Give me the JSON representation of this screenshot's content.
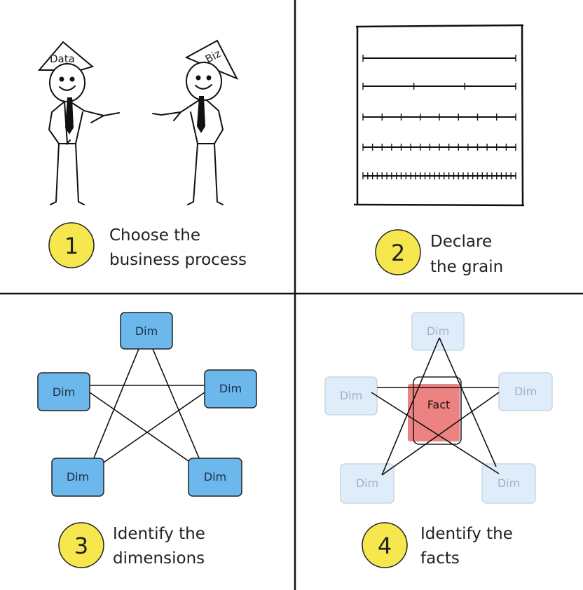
{
  "steps": [
    {
      "number": "1",
      "line1": "Choose the",
      "line2": "business process"
    },
    {
      "number": "2",
      "line1": "Declare",
      "line2": "the grain"
    },
    {
      "number": "3",
      "line1": "Identify the",
      "line2": "dimensions"
    },
    {
      "number": "4",
      "line1": "Identify the",
      "line2": "facts"
    }
  ],
  "figures": {
    "left_hat": "Data",
    "right_hat": "Biz"
  },
  "star_schema": {
    "dimension_label": "Dim",
    "fact_label": "Fact"
  },
  "colors": {
    "badge_yellow": "#f6e74f",
    "dimension_blue": "#6cb8ec",
    "dimension_faded": "#deedf9",
    "fact_red": "#ea7474",
    "line_black": "#111111"
  }
}
